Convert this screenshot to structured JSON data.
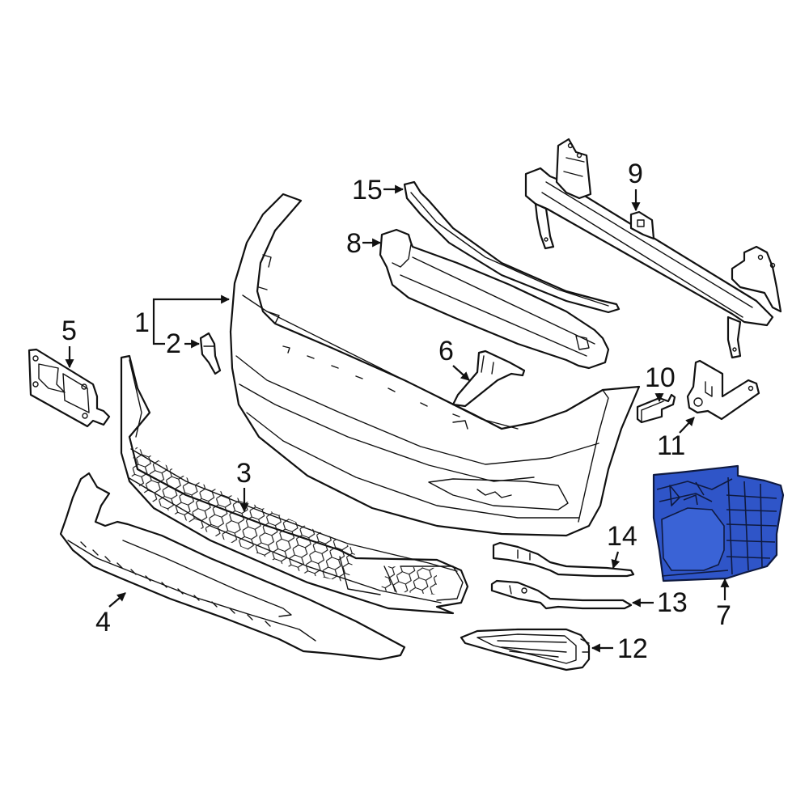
{
  "diagram": {
    "type": "exploded-parts-diagram",
    "subject": "Front bumper assembly",
    "highlight_color": "#2f55c8",
    "line_color": "#111111",
    "background": "#ffffff",
    "highlighted_part": "7",
    "callouts": [
      {
        "id": "1",
        "label": "1",
        "part": "bumper-cover"
      },
      {
        "id": "2",
        "label": "2",
        "part": "cover-bracket"
      },
      {
        "id": "3",
        "label": "3",
        "part": "lower-grille"
      },
      {
        "id": "4",
        "label": "4",
        "part": "lower-spoiler-deflector"
      },
      {
        "id": "5",
        "label": "5",
        "part": "license-plate-bracket"
      },
      {
        "id": "6",
        "label": "6",
        "part": "center-support-bracket"
      },
      {
        "id": "7",
        "label": "7",
        "part": "fog-lamp-housing-bracket"
      },
      {
        "id": "8",
        "label": "8",
        "part": "energy-absorber"
      },
      {
        "id": "9",
        "label": "9",
        "part": "impact-bar-reinforcement"
      },
      {
        "id": "10",
        "label": "10",
        "part": "sensor-clip"
      },
      {
        "id": "11",
        "label": "11",
        "part": "side-mounting-bracket"
      },
      {
        "id": "12",
        "label": "12",
        "part": "fog-lamp-bezel"
      },
      {
        "id": "13",
        "label": "13",
        "part": "lower-trim-molding"
      },
      {
        "id": "14",
        "label": "14",
        "part": "upper-trim-molding"
      },
      {
        "id": "15",
        "label": "15",
        "part": "upper-support-retainer"
      }
    ]
  }
}
